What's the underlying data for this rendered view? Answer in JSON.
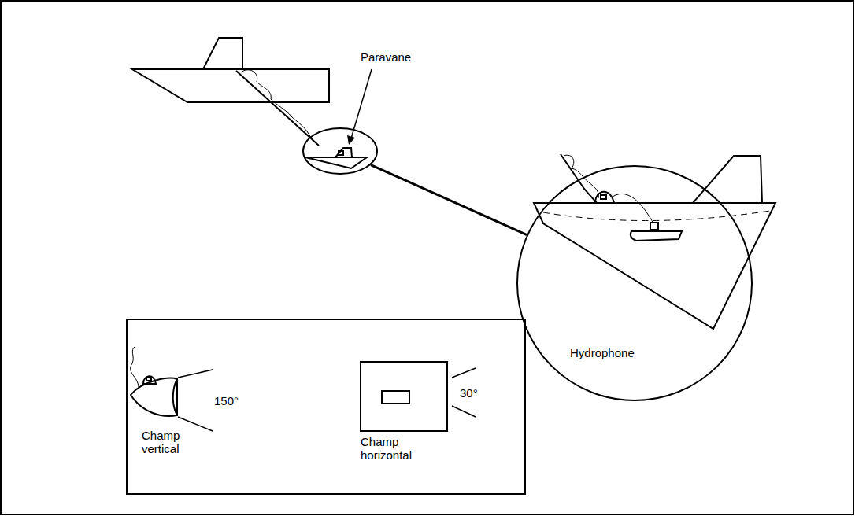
{
  "diagram": {
    "nodes": [
      {
        "text": [
          "Paravane"
        ]
      },
      {
        "text": [
          "Hydrophone"
        ]
      },
      {
        "text": [
          "Champ vertical",
          "150°",
          "Champ horizontal",
          "30°"
        ]
      }
    ],
    "edges": [
      {
        "from": 0,
        "to": 1,
        "arrow": "none"
      },
      {
        "from": 1,
        "to": 2,
        "arrow": "none"
      }
    ]
  }
}
